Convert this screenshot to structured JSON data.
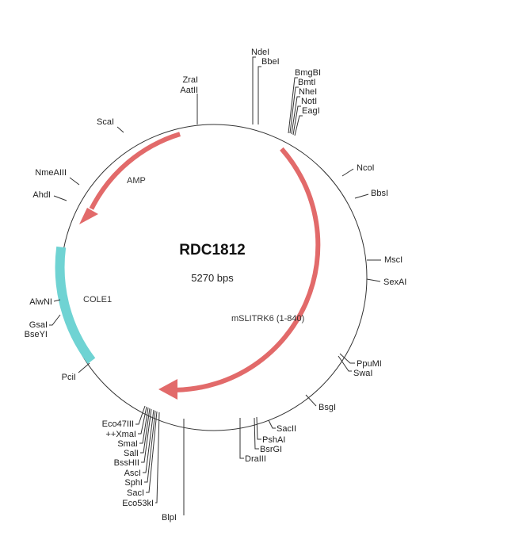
{
  "plasmid": {
    "name": "RDC1812",
    "size": "5270 bps"
  },
  "features": [
    {
      "name": "AMP",
      "color": "#e26a6a",
      "direction": "reverse"
    },
    {
      "name": "mSLITRK6 (1-840)",
      "color": "#e26a6a",
      "direction": "reverse"
    },
    {
      "name": "COLE1",
      "color": "#6fd3d3",
      "direction": "none"
    }
  ],
  "sites": [
    "NdeI",
    "BbeI",
    "BmgBI",
    "BmtI",
    "NheI",
    "NotI",
    "EagI",
    "ZraI",
    "AatII",
    "ScaI",
    "NmeAIII",
    "AhdI",
    "NcoI",
    "BbsI",
    "MscI",
    "SexAI",
    "PpuMI",
    "SwaI",
    "BsgI",
    "SacII",
    "PshAI",
    "BsrGI",
    "DraIII",
    "BlpI",
    "Eco47III",
    "++XmaI",
    "SmaI",
    "SalI",
    "BssHII",
    "AscI",
    "SphI",
    "SacI",
    "Eco53kI",
    "AlwNI",
    "GsaI",
    "BseYI",
    "PciI"
  ]
}
